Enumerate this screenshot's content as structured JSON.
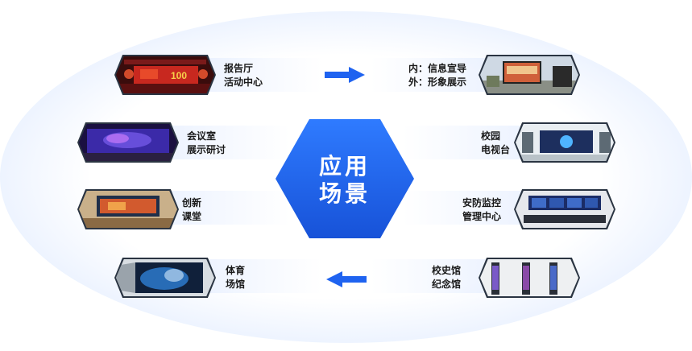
{
  "center": {
    "line1": "应用",
    "line2": "场景"
  },
  "colors": {
    "accent": "#1f63f0",
    "accent_light": "#4a8dff",
    "band": "#dee9ff"
  },
  "scenes": [
    {
      "id": "hall",
      "line1": "报告厅",
      "line2": "活动中心"
    },
    {
      "id": "info",
      "line1": "内：信息宣导",
      "line2": "外：形象展示"
    },
    {
      "id": "meeting",
      "line1": "会议室",
      "line2": "展示研讨"
    },
    {
      "id": "tv",
      "line1": "校园",
      "line2": "电视台"
    },
    {
      "id": "classroom",
      "line1": "创新",
      "line2": "课堂"
    },
    {
      "id": "security",
      "line1": "安防监控",
      "line2": "管理中心"
    },
    {
      "id": "stadium",
      "line1": "体育",
      "line2": "场馆"
    },
    {
      "id": "museum",
      "line1": "校史馆",
      "line2": "纪念馆"
    }
  ],
  "arrows": {
    "top": "arrow-right-icon",
    "bottom": "arrow-left-icon"
  }
}
